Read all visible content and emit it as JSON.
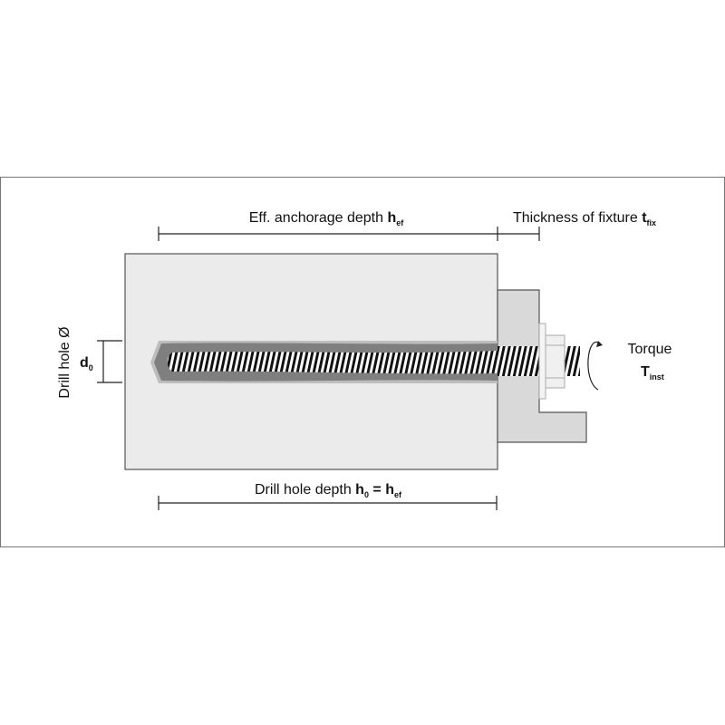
{
  "labels": {
    "anchorage_depth": {
      "text": "Eff. anchorage depth ",
      "symbol": "h",
      "subscript": "ef"
    },
    "fixture_thickness": {
      "text": "Thickness of fixture ",
      "symbol": "t",
      "subscript": "fix"
    },
    "drill_depth": {
      "text": "Drill hole depth ",
      "symbol": "h",
      "subscript": "0",
      "equals": " = ",
      "symbol2": "h",
      "subscript2": "ef"
    },
    "drill_diameter": {
      "text": "Drill hole Ø",
      "symbol": "d",
      "subscript": "0"
    },
    "torque": {
      "text": "Torque",
      "symbol": "T",
      "subscript": "inst"
    }
  },
  "colors": {
    "concrete": "#ebebeb",
    "fixture": "#d9d9d9",
    "mortar": "#7f7f7f",
    "outline": "#555555"
  }
}
